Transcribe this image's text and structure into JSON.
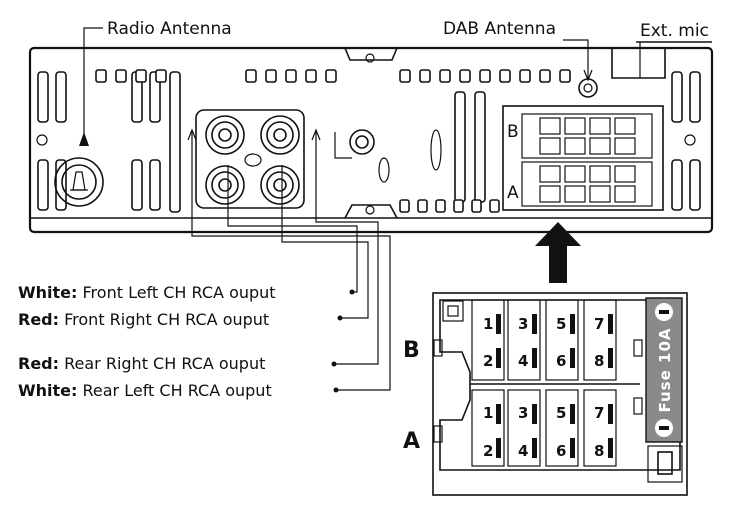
{
  "labels": {
    "radio_antenna": "Radio Antenna",
    "dab_antenna": "DAB Antenna",
    "ext_mic": "Ext. mic",
    "connector_b_small": "B",
    "connector_a_small": "A",
    "connector_b": "B",
    "connector_a": "A",
    "fuse": "Fuse 10A"
  },
  "rca_outputs": [
    {
      "color": "White:",
      "text": " Front Left CH RCA ouput"
    },
    {
      "color": "Red:",
      "text": " Front Right CH RCA ouput"
    },
    {
      "color": "Red:",
      "text": " Rear Right CH RCA ouput"
    },
    {
      "color": "White:",
      "text": " Rear Left CH RCA ouput"
    }
  ],
  "connector_pins": {
    "B": [
      "1",
      "2",
      "3",
      "4",
      "5",
      "6",
      "7",
      "8"
    ],
    "A": [
      "1",
      "2",
      "3",
      "4",
      "5",
      "6",
      "7",
      "8"
    ]
  }
}
